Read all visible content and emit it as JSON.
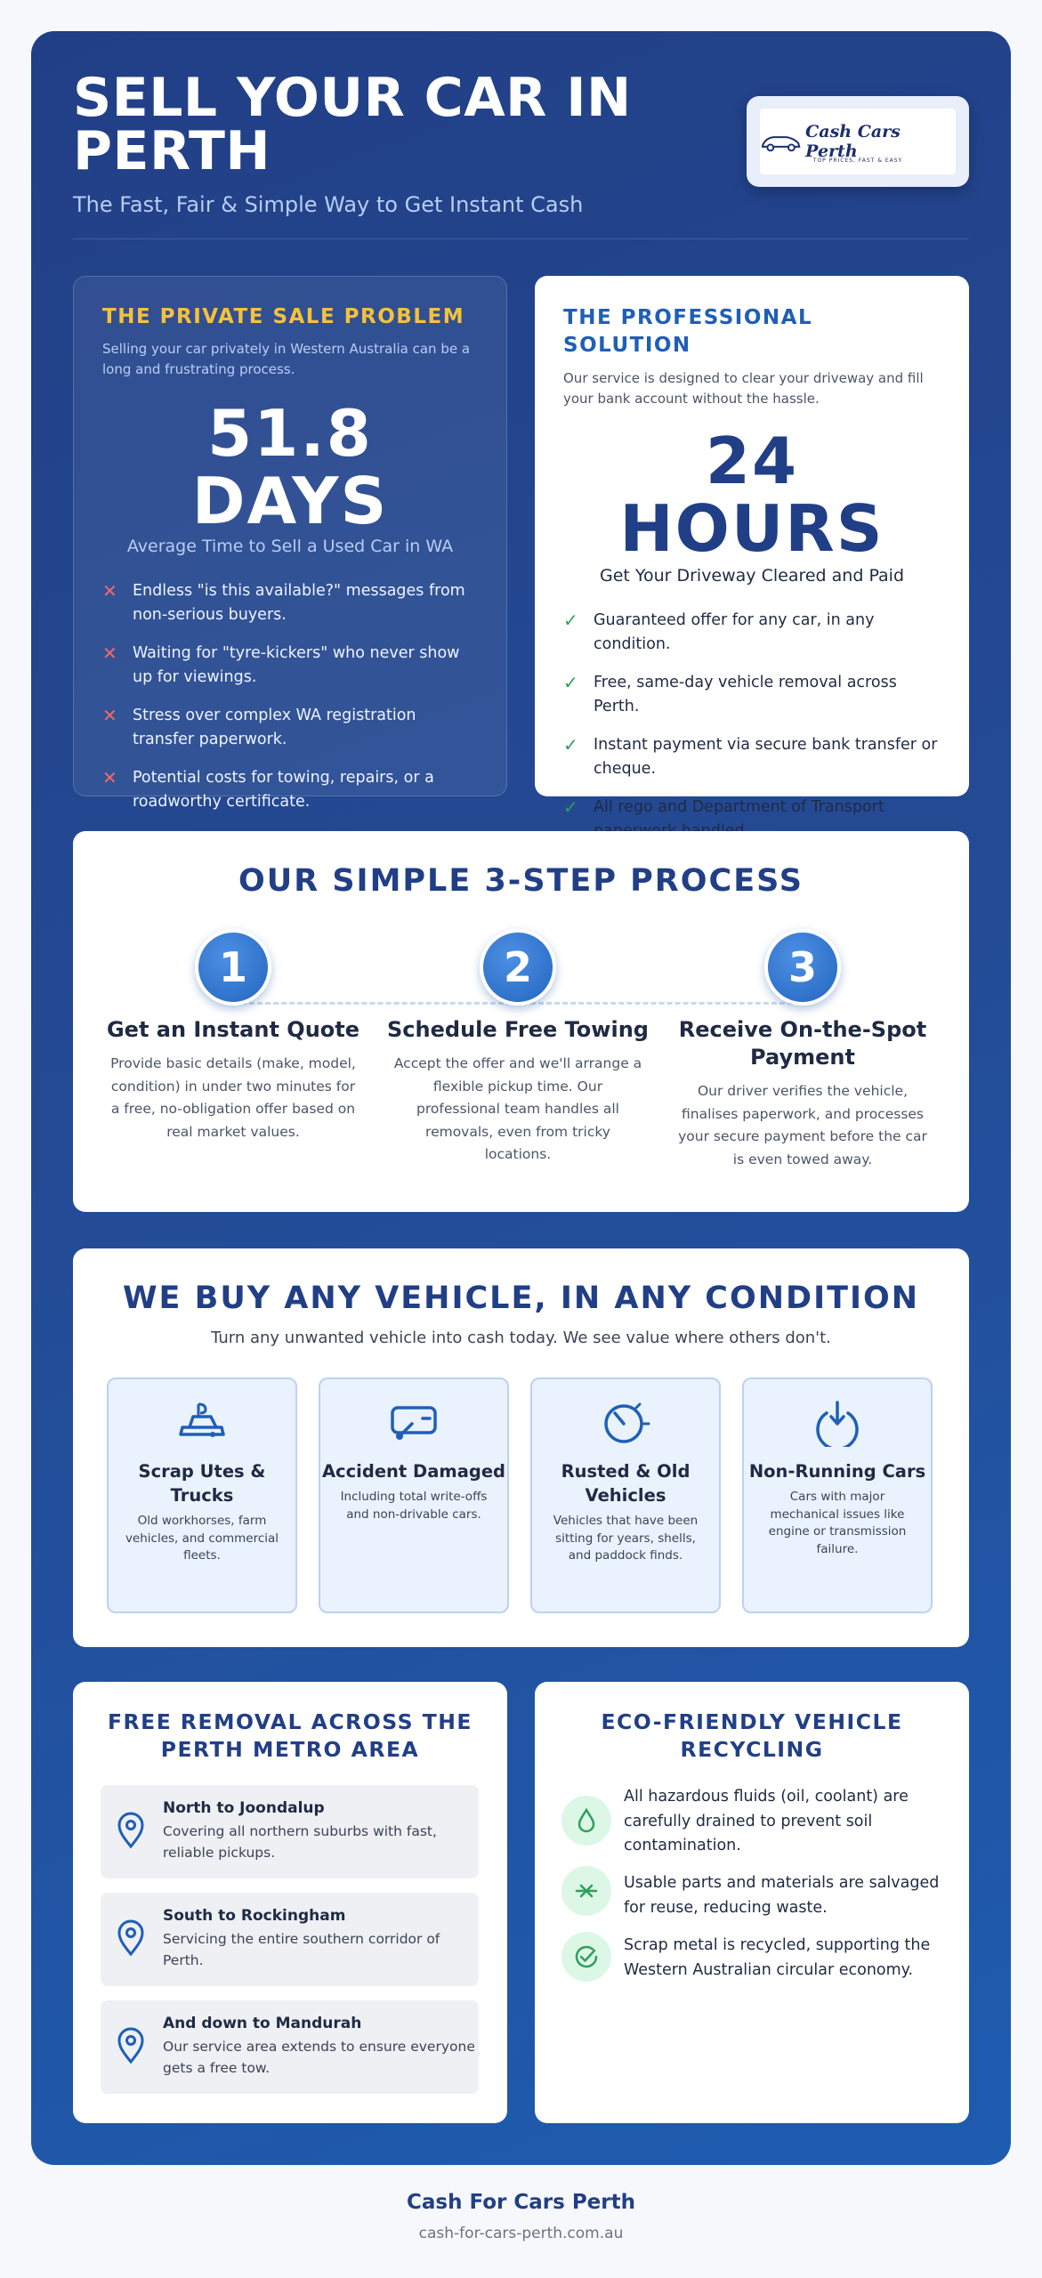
{
  "header": {
    "title": "SELL YOUR CAR IN PERTH",
    "subtitle": "The Fast, Fair & Simple Way to Get Instant Cash",
    "logo_text": "Cash Cars Perth",
    "logo_tagline": "TOP PRICES, FAST & EASY"
  },
  "problem": {
    "title": "THE PRIVATE SALE PROBLEM",
    "intro": "Selling your car privately in Western Australia can be a long and frustrating process.",
    "stat": "51.8 DAYS",
    "stat_caption": "Average Time to Sell a Used Car in WA",
    "items": [
      "Endless \"is this available?\" messages from non-serious buyers.",
      "Waiting for \"tyre-kickers\" who never show up for viewings.",
      "Stress over complex WA registration transfer paperwork.",
      "Potential costs for towing, repairs, or a roadworthy certificate."
    ]
  },
  "solution": {
    "title": "THE PROFESSIONAL SOLUTION",
    "intro": "Our service is designed to clear your driveway and fill your bank account without the hassle.",
    "stat": "24 HOURS",
    "stat_caption": "Get Your Driveway Cleared and Paid",
    "items": [
      "Guaranteed offer for any car, in any condition.",
      "Free, same-day vehicle removal across Perth.",
      "Instant payment via secure bank transfer or cheque.",
      "All rego and Department of Transport paperwork handled."
    ]
  },
  "process": {
    "title": "OUR SIMPLE 3-STEP PROCESS",
    "steps": [
      {
        "num": "1",
        "title": "Get an Instant Quote",
        "desc": "Provide basic details (make, model, condition) in under two minutes for a free, no-obligation offer based on real market values."
      },
      {
        "num": "2",
        "title": "Schedule Free Towing",
        "desc": "Accept the offer and we'll arrange a flexible pickup time. Our professional team handles all removals, even from tricky locations."
      },
      {
        "num": "3",
        "title": "Receive On-the-Spot Payment",
        "desc": "Our driver verifies the vehicle, finalises paperwork, and processes your secure payment before the car is even towed away."
      }
    ]
  },
  "vehicles": {
    "title": "WE BUY ANY VEHICLE, IN ANY CONDITION",
    "subtitle": "Turn any unwanted vehicle into cash today. We see value where others don't.",
    "items": [
      {
        "icon": "truck-icon",
        "title": "Scrap Utes & Trucks",
        "desc": "Old workhorses, farm vehicles, and commercial fleets."
      },
      {
        "icon": "car-crash-icon",
        "title": "Accident Damaged",
        "desc": "Including total write-offs and non-drivable cars."
      },
      {
        "icon": "gauge-icon",
        "title": "Rusted & Old Vehicles",
        "desc": "Vehicles that have been sitting for years, shells, and paddock finds."
      },
      {
        "icon": "power-icon",
        "title": "Non-Running Cars",
        "desc": "Cars with major mechanical issues like engine or transmission failure."
      }
    ]
  },
  "removal": {
    "title": "FREE REMOVAL ACROSS THE PERTH METRO AREA",
    "areas": [
      {
        "name": "North to Joondalup",
        "desc": "Covering all northern suburbs with fast, reliable pickups."
      },
      {
        "name": "South to Rockingham",
        "desc": "Servicing the entire southern corridor of Perth."
      },
      {
        "name": "And down to Mandurah",
        "desc": "Our service area extends to ensure everyone gets a free tow."
      }
    ]
  },
  "eco": {
    "title": "ECO-FRIENDLY VEHICLE RECYCLING",
    "items": [
      {
        "icon": "droplet-icon",
        "text": "All hazardous fluids (oil, coolant) are carefully drained to prevent soil contamination."
      },
      {
        "icon": "recycle-icon",
        "text": "Usable parts and materials are salvaged for reuse, reducing waste."
      },
      {
        "icon": "check-circle-icon",
        "text": "Scrap metal is recycled, supporting the Western Australian circular economy."
      }
    ]
  },
  "footer": {
    "name": "Cash For Cars Perth",
    "url": "cash-for-cars-perth.com.au"
  },
  "colors": {
    "brand_dark": "#213f86",
    "brand_blue": "#1f5fb6",
    "accent_yellow": "#f5c13c",
    "problem_red": "#ef6b6b",
    "success_green": "#2e9f5b"
  }
}
